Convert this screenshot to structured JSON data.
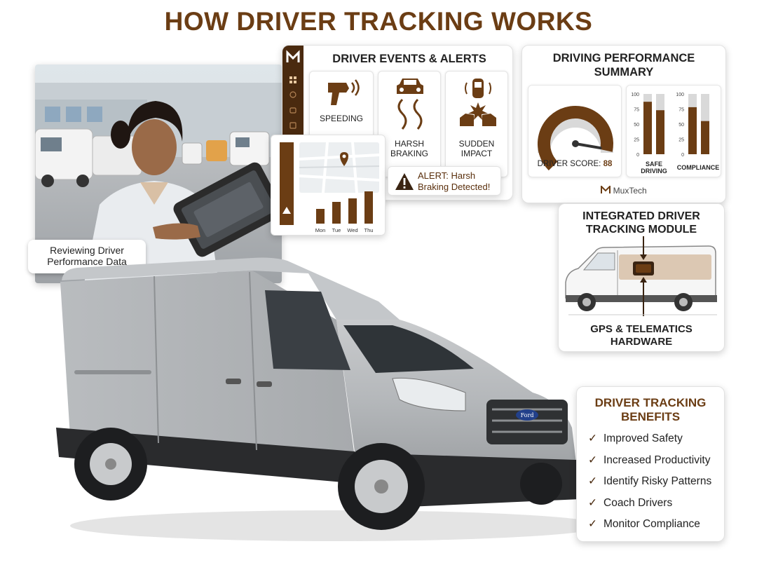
{
  "title": "HOW DRIVER TRACKING WORKS",
  "photo": {
    "caption_line1": "Reviewing Driver",
    "caption_line2": "Performance Data"
  },
  "events": {
    "title": "DRIVER EVENTS & ALERTS",
    "items": [
      {
        "icon": "speed-gun-icon",
        "line1": "SPEEDING",
        "line2": ""
      },
      {
        "icon": "skid-car-icon",
        "line1": "HARSH",
        "line2": "BRAKING"
      },
      {
        "icon": "collision-icon",
        "line1": "SUDDEN",
        "line2": "IMPACT"
      }
    ]
  },
  "mini_chart": {
    "days": [
      "Mon",
      "Tue",
      "Wed",
      "Thu"
    ],
    "values": [
      0.42,
      0.62,
      0.72,
      0.92
    ]
  },
  "alert": {
    "line1": "ALERT: Harsh",
    "line2": "Braking Detected!"
  },
  "performance": {
    "title_line1": "DRIVING PERFORMANCE",
    "title_line2": "SUMMARY",
    "score_label": "DRIVER SCORE:",
    "score_value": "88",
    "gauge_value": 88,
    "bar_chart_1": {
      "ticks": [
        "100",
        "75",
        "50",
        "25",
        "0"
      ],
      "values": [
        87,
        73
      ],
      "label_line1": "SAFE",
      "label_line2": "DRIVING"
    },
    "bar_chart_2": {
      "ticks": [
        "100",
        "75",
        "50",
        "25",
        "0"
      ],
      "values": [
        78,
        55
      ],
      "label": "COMPLIANCE"
    },
    "brand": "MuxTech",
    "colors": {
      "brown": "#6b3d14",
      "dark": "#4a2a0f",
      "gray": "#d9d9d9"
    }
  },
  "module": {
    "title_line1": "INTEGRATED DRIVER",
    "title_line2": "TRACKING MODULE",
    "foot_line1": "GPS & TELEMATICS",
    "foot_line2": "HARDWARE"
  },
  "benefits": {
    "title_line1": "DRIVER TRACKING",
    "title_line2": "BENEFITS",
    "items": [
      "Improved Safety",
      "Increased Productivity",
      "Identify Risky Patterns",
      "Coach Drivers",
      "Monitor Compliance"
    ]
  },
  "van_badge": "Ford"
}
